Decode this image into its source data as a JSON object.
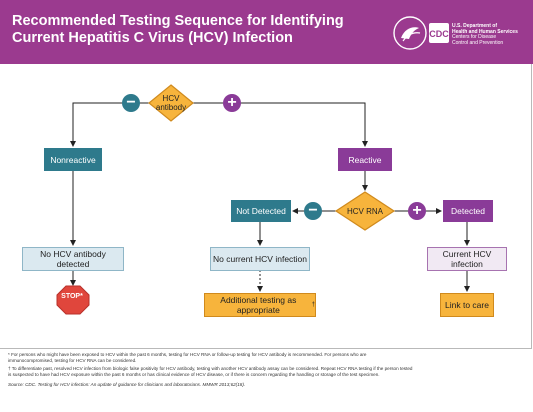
{
  "header": {
    "title_line1": "Recommended Testing Sequence for Identifying",
    "title_line2": "Current Hepatitis C Virus (HCV) Infection",
    "logo_text": "CDC",
    "agency_line1": "U.S. Department of",
    "agency_line2": "Health and Human Services",
    "agency_line3": "Centers for Disease",
    "agency_line4": "Control and Prevention"
  },
  "flow": {
    "hcv_antibody_line1": "HCV",
    "hcv_antibody_line2": "antibody",
    "minus": "−",
    "plus": "+",
    "nonreactive": "Nonreactive",
    "reactive": "Reactive",
    "hcv_rna": "HCV RNA",
    "not_detected": "Not Detected",
    "detected": "Detected",
    "no_antibody": "No HCV antibody detected",
    "no_current": "No current HCV infection",
    "current": "Current HCV infection",
    "stop": "STOP*",
    "additional": "Additional testing as appropriate",
    "additional_mark": "†",
    "link": "Link to care"
  },
  "colors": {
    "header": "#9b3a8f",
    "teal": "#2e7a8c",
    "purple": "#8a3b98",
    "diamond": "#f7b43c",
    "stop": "#e0463c"
  },
  "footnotes": {
    "note1_line1": "* For persons who might have been exposed to HCV within the past 6 months, testing for HCV RNA or follow-up testing for HCV antibody is recommended. For persons who are",
    "note1_line2": "immunocompromised, testing for HCV RNA can be considered.",
    "note2_line1": "† To differentiate past, resolved HCV infection from biologic false positivity for HCV antibody, testing with another HCV antibody assay can be considered. Repeat HCV RNA testing if the person tested",
    "note2_line2": "is suspected to have had HCV exposure within the past 6 months or has clinical evidence of HCV disease, or if there is concern regarding the handling or storage of the test specimen.",
    "source": "Source: CDC. Testing for HCV infection: An update of guidance for clinicians and laboratorians. MMWR 2013;62(18)."
  }
}
